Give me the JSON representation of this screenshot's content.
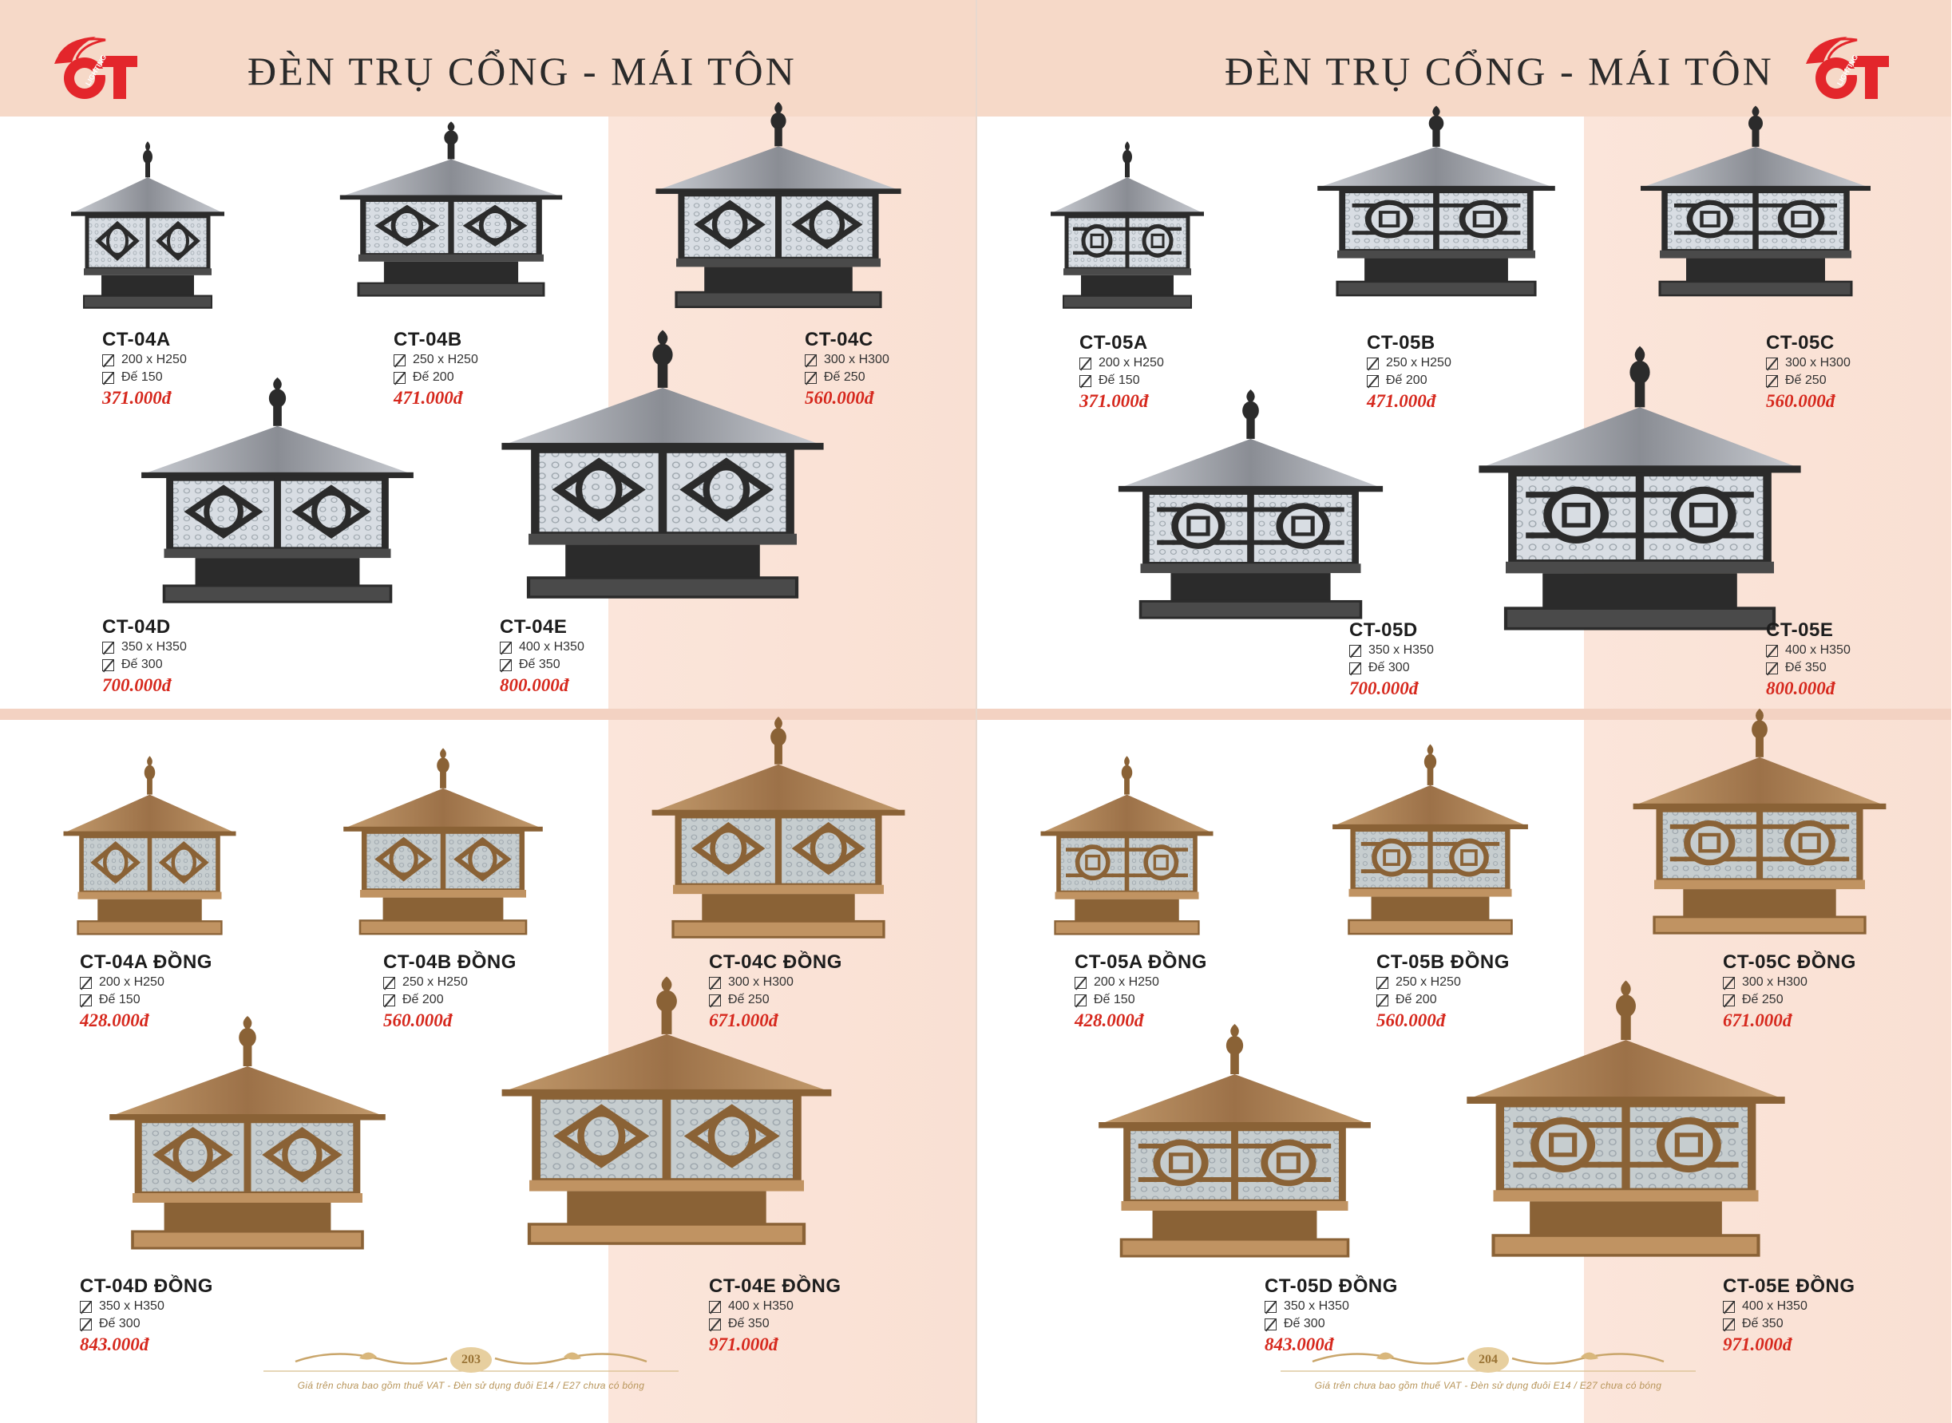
{
  "pages": [
    {
      "title": "ĐÈN TRỤ CỔNG - MÁI TÔN",
      "page_number": "203",
      "footer_note": "Giá trên chưa bao gồm thuế VAT - Đèn sử dụng đuôi E14 / E27 chưa có bóng",
      "logo": {
        "text": "CT",
        "sub": "LIGHTING"
      },
      "products": [
        {
          "code": "CT-04A",
          "size": "200 x H250",
          "base": "Đế 150",
          "price": "371.000đ",
          "finish": "black",
          "pattern": "diamond"
        },
        {
          "code": "CT-04B",
          "size": "250 x H250",
          "base": "Đế 200",
          "price": "471.000đ",
          "finish": "black",
          "pattern": "diamond"
        },
        {
          "code": "CT-04C",
          "size": "300 x H300",
          "base": "Đế 250",
          "price": "560.000đ",
          "finish": "black",
          "pattern": "diamond"
        },
        {
          "code": "CT-04D",
          "size": "350 x H350",
          "base": "Đế 300",
          "price": "700.000đ",
          "finish": "black",
          "pattern": "diamond"
        },
        {
          "code": "CT-04E",
          "size": "400 x H350",
          "base": "Đế 350",
          "price": "800.000đ",
          "finish": "black",
          "pattern": "diamond"
        },
        {
          "code": "CT-04A ĐỒNG",
          "size": "200 x H250",
          "base": "Đế 150",
          "price": "428.000đ",
          "finish": "bronze",
          "pattern": "diamond"
        },
        {
          "code": "CT-04B ĐỒNG",
          "size": "250 x H250",
          "base": "Đế 200",
          "price": "560.000đ",
          "finish": "bronze",
          "pattern": "diamond"
        },
        {
          "code": "CT-04C ĐỒNG",
          "size": "300 x H300",
          "base": "Đế 250",
          "price": "671.000đ",
          "finish": "bronze",
          "pattern": "diamond"
        },
        {
          "code": "CT-04D ĐỒNG",
          "size": "350 x H350",
          "base": "Đế 300",
          "price": "843.000đ",
          "finish": "bronze",
          "pattern": "diamond"
        },
        {
          "code": "CT-04E ĐỒNG",
          "size": "400 x H350",
          "base": "Đế 350",
          "price": "971.000đ",
          "finish": "bronze",
          "pattern": "diamond"
        }
      ]
    },
    {
      "title": "ĐÈN TRỤ CỔNG - MÁI TÔN",
      "page_number": "204",
      "footer_note": "Giá trên chưa bao gồm thuế VAT - Đèn sử dụng đuôi E14 / E27 chưa có bóng",
      "logo": {
        "text": "CT",
        "sub": "LIGHTING"
      },
      "products": [
        {
          "code": "CT-05A",
          "size": "200 x H250",
          "base": "Đế 150",
          "price": "371.000đ",
          "finish": "black",
          "pattern": "coin"
        },
        {
          "code": "CT-05B",
          "size": "250 x H250",
          "base": "Đế 200",
          "price": "471.000đ",
          "finish": "black",
          "pattern": "coin"
        },
        {
          "code": "CT-05C",
          "size": "300 x H300",
          "base": "Đế 250",
          "price": "560.000đ",
          "finish": "black",
          "pattern": "coin"
        },
        {
          "code": "CT-05D",
          "size": "350 x H350",
          "base": "Đế 300",
          "price": "700.000đ",
          "finish": "black",
          "pattern": "coin"
        },
        {
          "code": "CT-05E",
          "size": "400 x H350",
          "base": "Đế 350",
          "price": "800.000đ",
          "finish": "black",
          "pattern": "coin"
        },
        {
          "code": "CT-05A ĐỒNG",
          "size": "200 x H250",
          "base": "Đế 150",
          "price": "428.000đ",
          "finish": "bronze",
          "pattern": "coin"
        },
        {
          "code": "CT-05B ĐỒNG",
          "size": "250 x H250",
          "base": "Đế 200",
          "price": "560.000đ",
          "finish": "bronze",
          "pattern": "coin"
        },
        {
          "code": "CT-05C ĐỒNG",
          "size": "300 x H300",
          "base": "Đế 250",
          "price": "671.000đ",
          "finish": "bronze",
          "pattern": "coin"
        },
        {
          "code": "CT-05D ĐỒNG",
          "size": "350 x H350",
          "base": "Đế 300",
          "price": "843.000đ",
          "finish": "bronze",
          "pattern": "coin"
        },
        {
          "code": "CT-05E ĐỒNG",
          "size": "400 x H350",
          "base": "Đế 350",
          "price": "971.000đ",
          "finish": "bronze",
          "pattern": "coin"
        }
      ]
    }
  ],
  "colors": {
    "header_bg": "#f6d9c8",
    "price": "#d6281d",
    "logo_red": "#e3262b",
    "bronze": "#a57a4c",
    "black_metal": "#2b2b2b"
  }
}
